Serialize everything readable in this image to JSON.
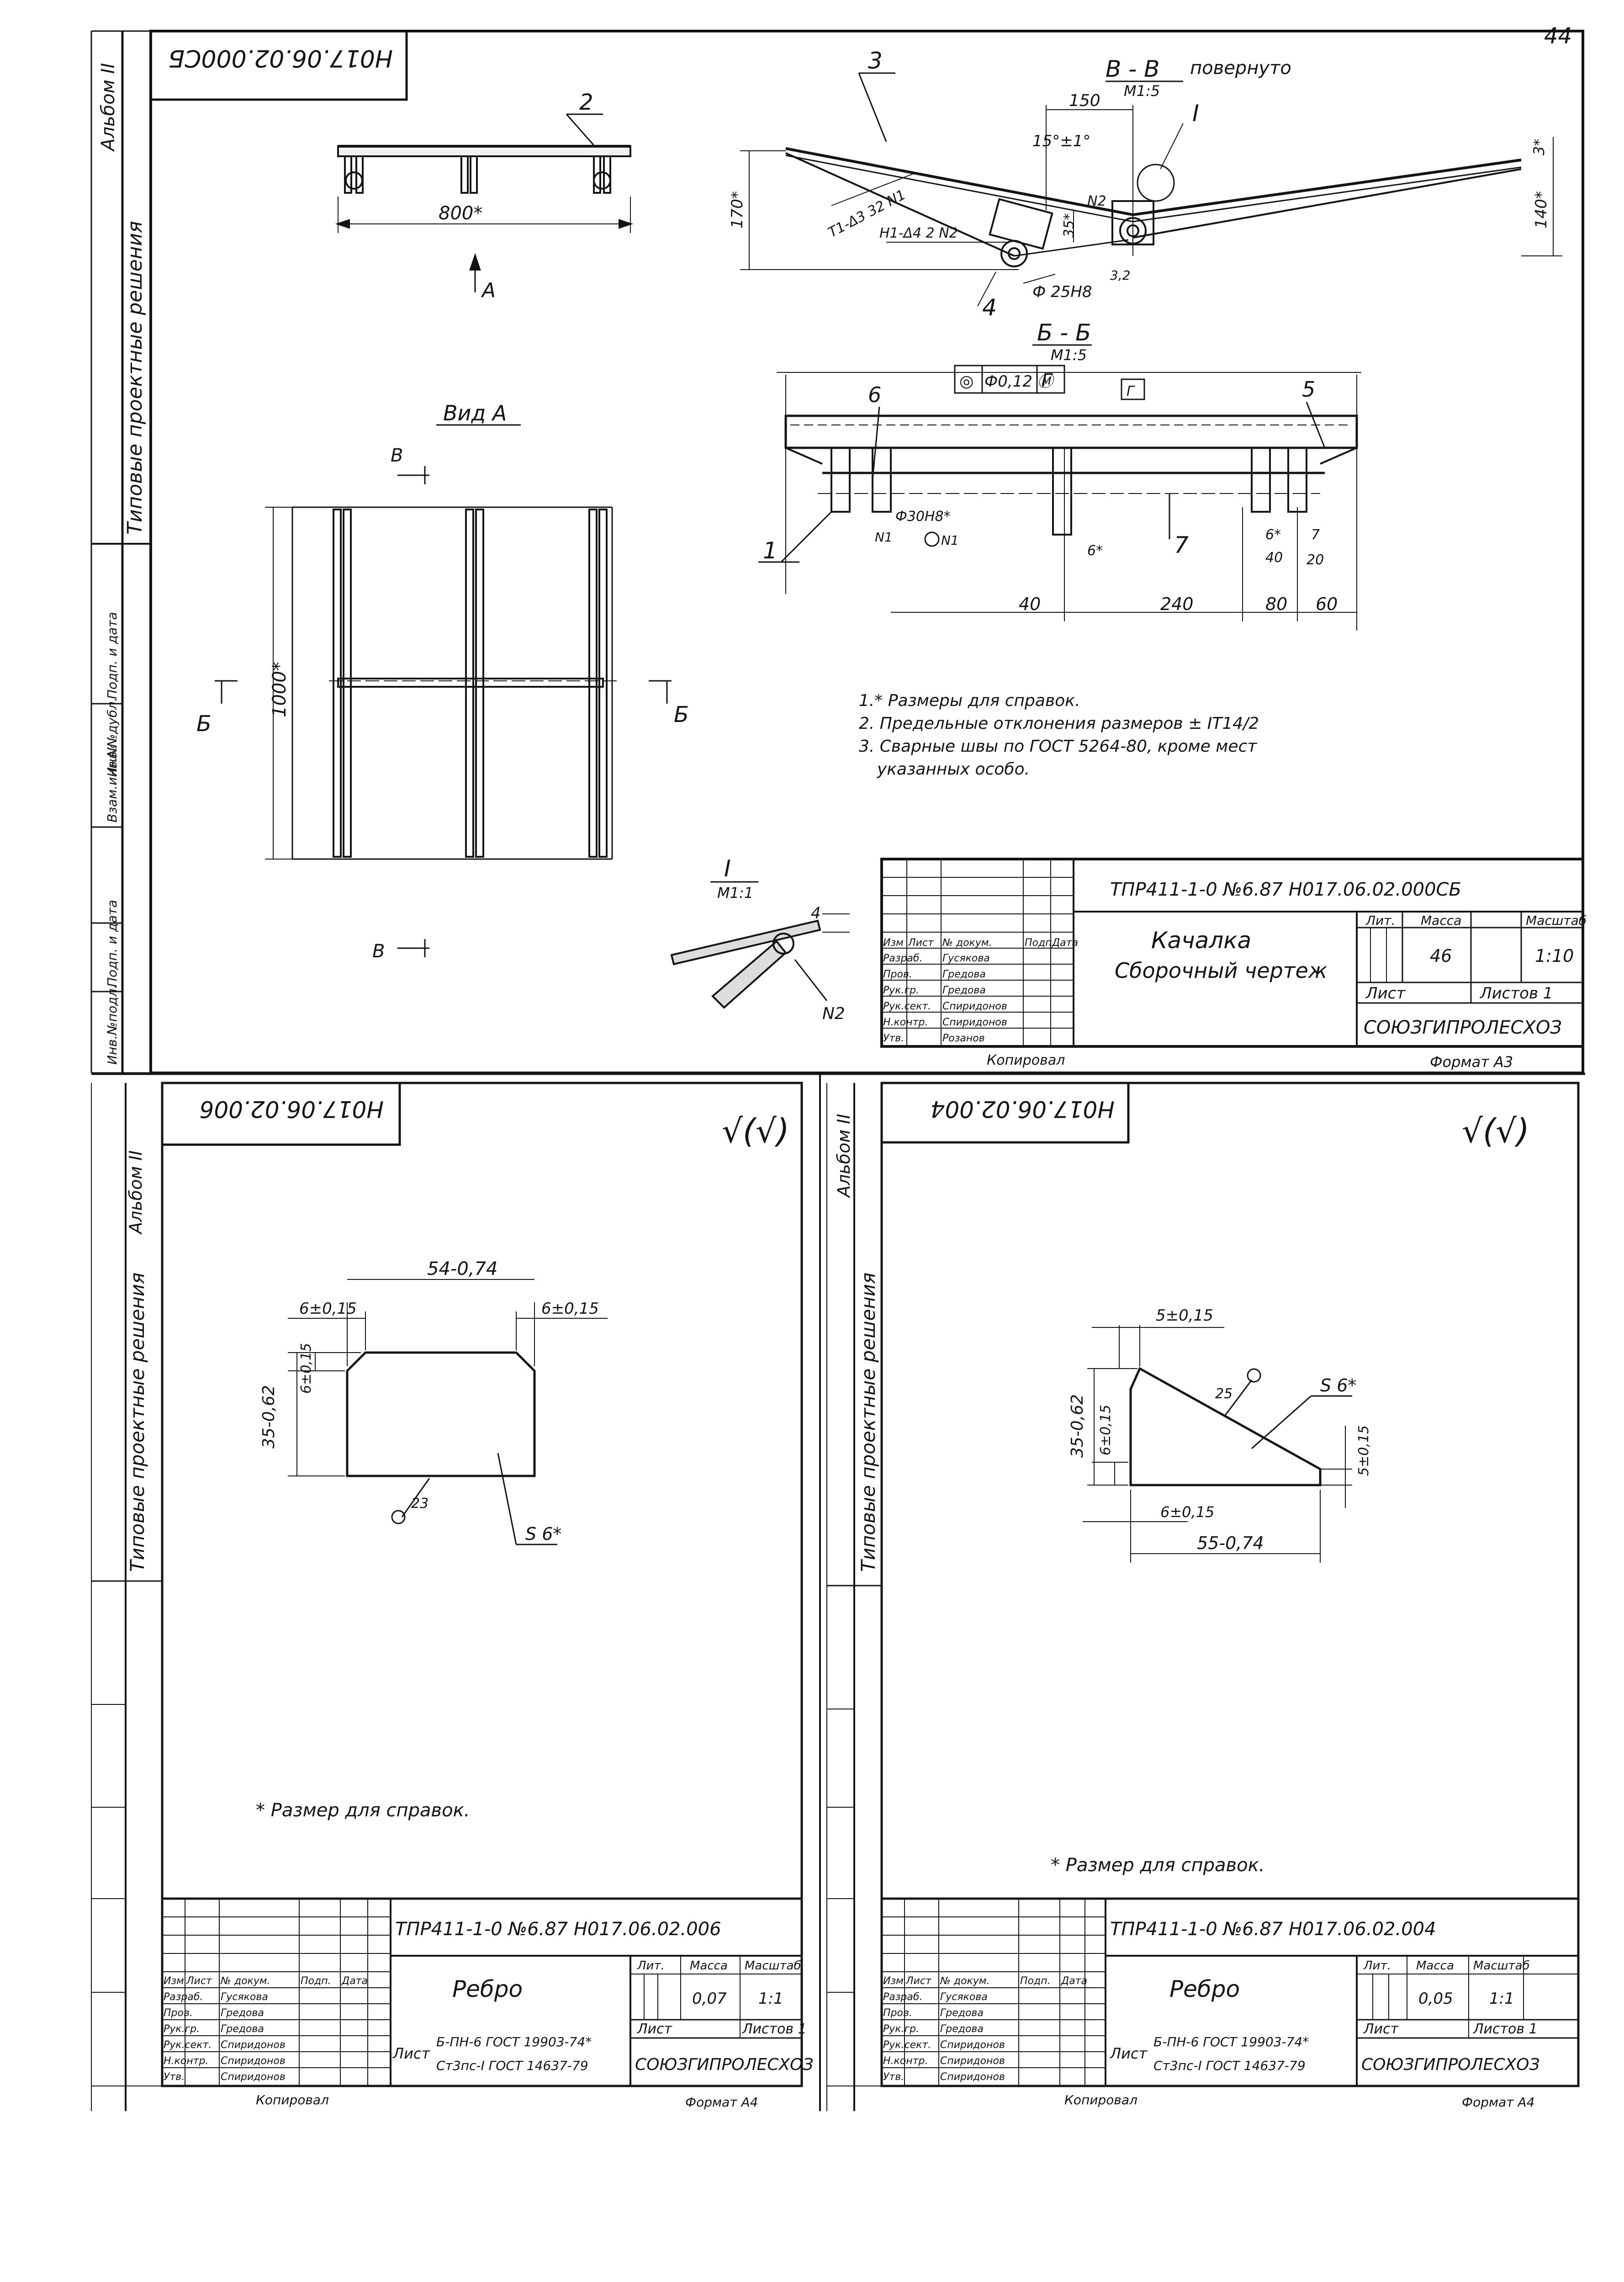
{
  "page_number": "44",
  "sheet_top": {
    "album_label": "Альбом II",
    "code_stamp": "Н017.06.02.000СБ",
    "side_title": "Типовые проектные решения",
    "side_cells": [
      "Взам.инв.№",
      "Инв.№дубл.",
      "Подп. и дата",
      "Инв.№подл.",
      "Подп. и дата"
    ],
    "callout_2": "2",
    "dim_800": "800*",
    "arrow_A": "А",
    "view_A_title": "Вид А",
    "label_B_top": "В",
    "label_B_bottom": "В",
    "label_Б_left": "Б",
    "label_Б_right": "Б",
    "dim_1000": "1000*",
    "section_VV": {
      "title": "В - В",
      "suffix": "повернуто",
      "scale": "М1:5",
      "callout_3": "3",
      "callout_I": "I",
      "callout_4": "4",
      "dim_150": "150",
      "angle": "15°±1°",
      "weld_N1": "Т1-Δ3 32 N1",
      "weld_N2": "Н1-Δ4 2 N2",
      "n2": "N2",
      "dim_35": "35*",
      "dim_3": "3*",
      "dim_170": "170*",
      "dim_140": "140*",
      "bore": "Ф 25Н8",
      "roughness": "3,2"
    },
    "section_BB": {
      "title": "Б - Б",
      "scale": "М1:5",
      "tolerance_frame": [
        "◎",
        "Ф0,12 Ⓜ",
        "Г"
      ],
      "datum": "Г",
      "callout_6": "6",
      "callout_5": "5",
      "callout_1": "1",
      "callout_7": "7",
      "bore": "Ф30Н8*",
      "weld_n1a": "N1",
      "weld_n1b": "N1",
      "dims": [
        "40",
        "240",
        "80",
        "60",
        "6*",
        "6*",
        "7",
        "40",
        "20"
      ]
    },
    "detail_I": {
      "title": "I",
      "scale": "М1:1",
      "dim_4": "4",
      "weld": "N2"
    },
    "notes": [
      "1.* Размеры для справок.",
      "2. Предельные отклонения размеров ± IT14/2",
      "3. Сварные швы по ГОСТ 5264-80, кроме мест",
      "указанных особо."
    ],
    "title_block": {
      "designation": "ТПР411-1-0 №6.87    Н017.06.02.000СБ",
      "name": "Качалка",
      "doc_type": "Сборочный чертеж",
      "col_heads": [
        "Лит.",
        "Масса",
        "Масштаб"
      ],
      "mass": "46",
      "scale": "1:10",
      "sheet": "Лист",
      "sheets": "Листов 1",
      "org": "СОЮЗГИПРОЛЕСХОЗ",
      "rows": [
        [
          "Изм",
          "Лист",
          "№ докум.",
          "Подп.",
          "Дата"
        ],
        [
          "Разраб.",
          "Гусякова",
          "",
          "",
          ""
        ],
        [
          "Пров.",
          "Гредова",
          "",
          "",
          ""
        ],
        [
          "Рук.гр.",
          "Гредова",
          "",
          "",
          ""
        ],
        [
          "Рук.сект.",
          "Спиридонов",
          "",
          "",
          ""
        ],
        [
          "Н.контр.",
          "Спиридонов",
          "",
          "",
          ""
        ],
        [
          "Утв.",
          "Розанов",
          "",
          "",
          ""
        ]
      ],
      "copied": "Копировал",
      "format": "Формат А3"
    }
  },
  "sheet_left": {
    "album_label": "Альбом II",
    "code_stamp": "Н017.06.02.006",
    "side_title": "Типовые проектные решения",
    "roughness": "√(√)",
    "dims": {
      "width": "54-0,74",
      "chamfer_left": "6±0,15",
      "chamfer_right": "6±0,15",
      "height": "35-0,62",
      "chamfer_vert": "6±0,15",
      "pos": "23",
      "thickness": "S 6*"
    },
    "note": "* Размер для справок.",
    "title_block": {
      "designation": "ТПР411-1-0 №6.87    Н017.06.02.006",
      "name": "Ребро",
      "col_heads": [
        "Лит.",
        "Масса",
        "Масштаб"
      ],
      "mass": "0,07",
      "scale": "1:1",
      "sheet": "Лист",
      "sheets": "Листов 1",
      "material_prefix": "Лист",
      "material_top": "Б-ПН-6 ГОСТ 19903-74*",
      "material_bottom": "Ст3пс-I ГОСТ 14637-79",
      "org": "СОЮЗГИПРОЛЕСХОЗ",
      "rows": [
        [
          "Изм",
          "Лист",
          "№ докум.",
          "Подп.",
          "Дата"
        ],
        [
          "Разраб.",
          "Гусякова",
          "",
          "",
          ""
        ],
        [
          "Пров.",
          "Гредова",
          "",
          "",
          ""
        ],
        [
          "Рук.гр.",
          "Гредова",
          "",
          "",
          ""
        ],
        [
          "Рук.сект.",
          "Спиридонов",
          "",
          "",
          ""
        ],
        [
          "Н.контр.",
          "Спиридонов",
          "",
          "",
          ""
        ],
        [
          "Утв.",
          "Спиридонов",
          "",
          "",
          ""
        ]
      ],
      "copied": "Копировал",
      "format": "Формат А4"
    }
  },
  "sheet_right": {
    "album_label": "Альбом II",
    "code_stamp": "Н017.06.02.004",
    "side_title": "Типовые проектные решения",
    "roughness": "√(√)",
    "dims": {
      "top": "5±0,15",
      "height": "35-0,62",
      "left_small": "6±0,15",
      "right_small": "5±0,15",
      "bottom_small": "6±0,15",
      "width": "55-0,74",
      "pos": "25",
      "thickness": "S 6*"
    },
    "note": "* Размер для справок.",
    "title_block": {
      "designation": "ТПР411-1-0 №6.87    Н017.06.02.004",
      "name": "Ребро",
      "col_heads": [
        "Лит.",
        "Масса",
        "Масштаб"
      ],
      "mass": "0,05",
      "scale": "1:1",
      "sheet": "Лист",
      "sheets": "Листов 1",
      "material_prefix": "Лист",
      "material_top": "Б-ПН-6 ГОСТ 19903-74*",
      "material_bottom": "Ст3пс-I ГОСТ 14637-79",
      "org": "СОЮЗГИПРОЛЕСХОЗ",
      "rows": [
        [
          "Изм",
          "Лист",
          "№ докум.",
          "Подп.",
          "Дата"
        ],
        [
          "Разраб.",
          "Гусякова",
          "",
          "",
          ""
        ],
        [
          "Пров.",
          "Гредова",
          "",
          "",
          ""
        ],
        [
          "Рук.гр.",
          "Гредова",
          "",
          "",
          ""
        ],
        [
          "Рук.сект.",
          "Спиридонов",
          "",
          "",
          ""
        ],
        [
          "Н.контр.",
          "Спиридонов",
          "",
          "",
          ""
        ],
        [
          "Утв.",
          "Спиридонов",
          "",
          "",
          ""
        ]
      ],
      "copied": "Копировал",
      "format": "Формат А4"
    }
  }
}
